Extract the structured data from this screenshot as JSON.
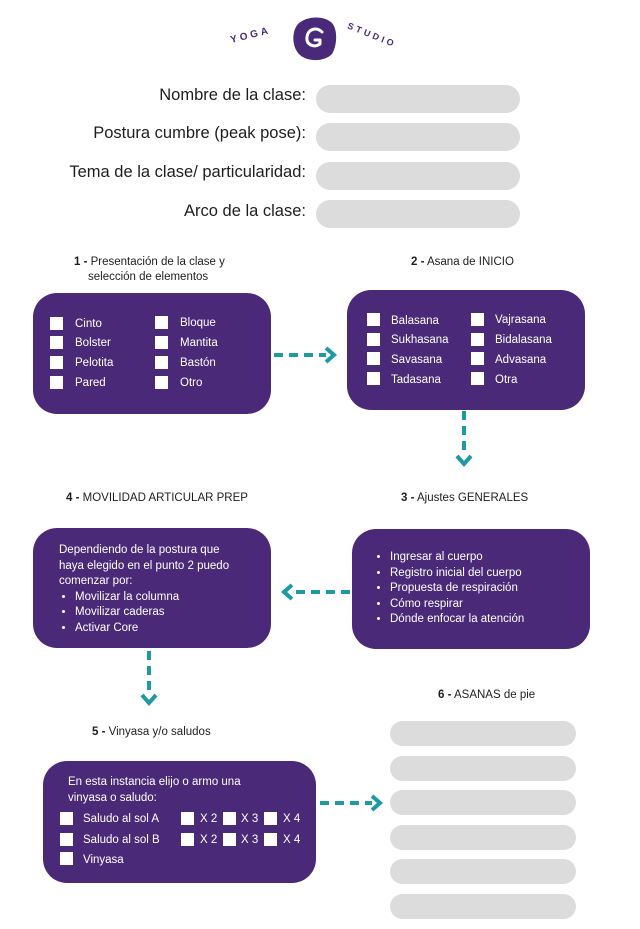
{
  "colors": {
    "purple": "#4a2a78",
    "teal": "#1d9aa3",
    "pill": "#dcdcdc"
  },
  "logo": {
    "left": "YOGA",
    "right": "STUDIO",
    "mark": "G"
  },
  "fields": [
    {
      "label": "Nombre de la clase:"
    },
    {
      "label": "Postura cumbre (peak pose):"
    },
    {
      "label": "Tema de la clase/ particularidad:"
    },
    {
      "label": "Arco de la clase:"
    }
  ],
  "s1": {
    "num": "1 -",
    "title_l1": "Presentación de la clase y",
    "title_l2": "selección de elementos",
    "items": [
      "Cinto",
      "Bloque",
      "Bolster",
      "Mantita",
      "Pelotita",
      "Bastón",
      "Pared",
      "Otro"
    ]
  },
  "s2": {
    "num": "2 -",
    "title": "Asana de INICIO",
    "items": [
      "Balasana",
      "Vajrasana",
      "Sukhasana",
      "Bidalasana",
      "Savasana",
      "Advasana",
      "Tadasana",
      "Otra"
    ]
  },
  "s3": {
    "num": "3 -",
    "title": "Ajustes GENERALES",
    "items": [
      "Ingresar al cuerpo",
      "Registro inicial del cuerpo",
      "Propuesta de respiración",
      "Cómo respirar",
      "Dónde enfocar la atención"
    ]
  },
  "s4": {
    "num": "4 -",
    "title": "MOVILIDAD ARTICULAR PREP",
    "intro1": "Dependiendo de la postura que",
    "intro2": "haya elegido en el punto 2 puedo",
    "intro3": "comenzar por:",
    "items": [
      "Movilizar la columna",
      "Movilizar caderas",
      "Activar Core"
    ]
  },
  "s5": {
    "num": "5 -",
    "title": "Vinyasa y/o saludos",
    "intro1": "En esta instancia elijo o armo una",
    "intro2": "vinyasa o saludo:",
    "row1": "Saludo al sol A",
    "row2": "Saludo  al sol B",
    "row3": "Vinyasa",
    "x2": "X 2",
    "x3": "X 3",
    "x4": "X 4"
  },
  "s6": {
    "num": "6 -",
    "title": "ASANAS de pie"
  }
}
